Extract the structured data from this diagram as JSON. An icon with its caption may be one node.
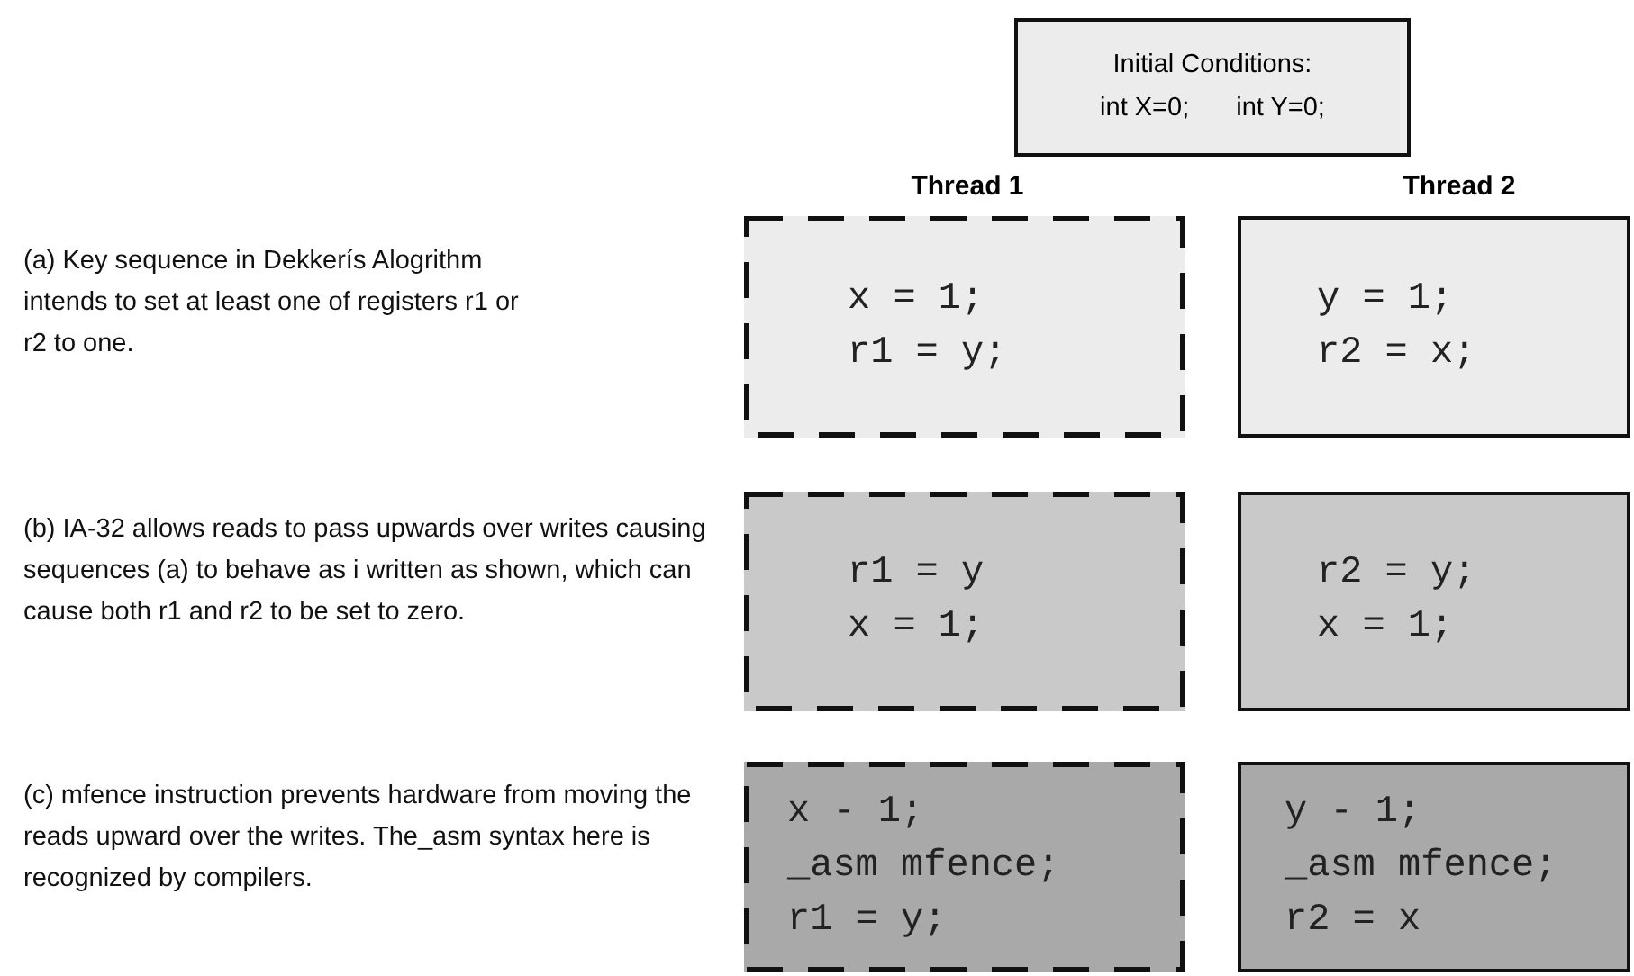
{
  "diagram": {
    "nodes": [
      {
        "text": [
          "Initial Conditions:",
          "int X=0;",
          "int Y=0;"
        ]
      },
      {
        "text": [
          "x = 1;",
          "r1 = y;"
        ]
      },
      {
        "text": [
          "y = 1;",
          "r2 = x;"
        ]
      },
      {
        "text": [
          "r1 = y",
          "x = 1;"
        ]
      },
      {
        "text": [
          "r2 = y;",
          "x = 1;"
        ]
      },
      {
        "text": [
          "x - 1;",
          "_asm mfence;",
          "r1 = y;"
        ]
      },
      {
        "text": [
          "y - 1;",
          "_asm mfence;",
          "r2 = x"
        ]
      }
    ],
    "labels": [
      "Thread 1",
      "Thread 2",
      "(a) Key sequence in Dekkerís Alogrithm intends to set at least one of registers r1 or r2 to one.",
      "(b) IA-32 allows reads to pass upwards over writes causing sequences (a) to behave as i written as shown, which can cause both r1 and r2 to be set to zero.",
      "(c) mfence instruction prevents hardware from moving the reads upward over the writes. The_asm syntax here is recognized by compilers."
    ]
  }
}
